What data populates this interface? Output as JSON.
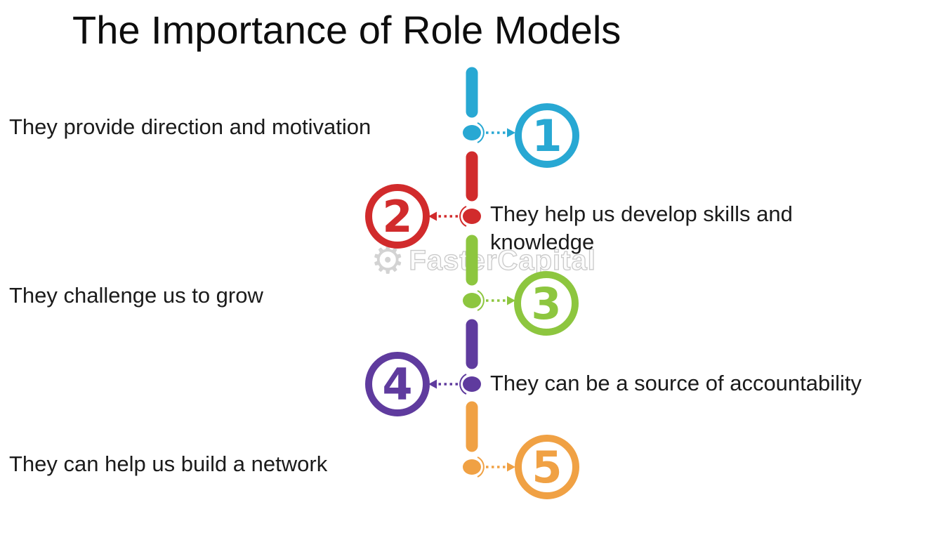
{
  "title": "The Importance of Role Models",
  "watermark": {
    "gear_icon": "⚙",
    "text": "FasterCapital"
  },
  "items": [
    {
      "number": "1",
      "label": "They provide direction and motivation",
      "color": "#28A8D3"
    },
    {
      "number": "2",
      "label": "They help us develop skills and knowledge",
      "color": "#D12B2C"
    },
    {
      "number": "3",
      "label": "They challenge us to grow",
      "color": "#8DC63F"
    },
    {
      "number": "4",
      "label": "They can be a source of accountability",
      "color": "#5F3B9E"
    },
    {
      "number": "5",
      "label": "They can help us build a network",
      "color": "#F0A144"
    }
  ]
}
